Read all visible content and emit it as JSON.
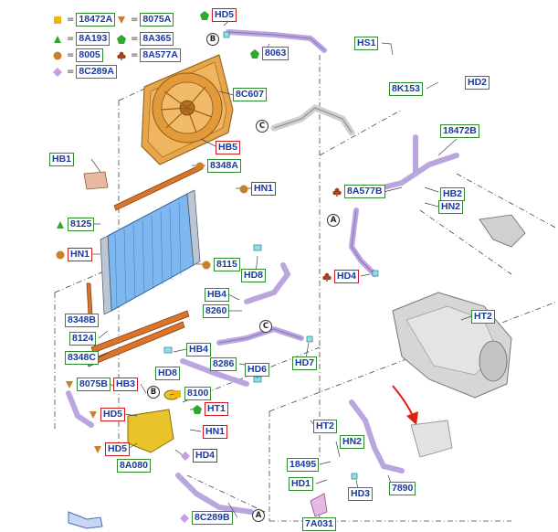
{
  "legend": [
    {
      "id": "legend-18472A",
      "symbol": "square",
      "color": "#f5b400",
      "ref": "18472A"
    },
    {
      "id": "legend-8075A",
      "symbol": "triangle-down",
      "color": "#c8812a",
      "ref": "8075A"
    },
    {
      "id": "legend-8A193",
      "symbol": "triangle-up",
      "color": "#2fa82f",
      "ref": "8A193"
    },
    {
      "id": "legend-8A365",
      "symbol": "pentagon",
      "color": "#2fa82f",
      "ref": "8A365"
    },
    {
      "id": "legend-8005",
      "symbol": "circle",
      "color": "#c8812a",
      "ref": "8005"
    },
    {
      "id": "legend-8A577A",
      "symbol": "club",
      "color": "#a0401a",
      "ref": "8A577A"
    },
    {
      "id": "legend-8C289A",
      "symbol": "diamond",
      "color": "#c89ce8",
      "ref": "8C289A"
    }
  ],
  "callouts": {
    "A": "A",
    "B": "B",
    "C": "C"
  },
  "parts": {
    "hd5_top": "HD5",
    "p8063": "8063",
    "hs1": "HS1",
    "p8k153": "8K153",
    "hd2": "HD2",
    "p8c607": "8C607",
    "hb5": "HB5",
    "p8348a": "8348A",
    "hn1_mid": "HN1",
    "p18472b": "18472B",
    "hb1": "HB1",
    "p8a577b": "8A577B",
    "hb2": "HB2",
    "hn2_right": "HN2",
    "p8125": "8125",
    "hn1_left": "HN1",
    "p8115": "8115",
    "hd8_mid": "HD8",
    "hd4_right": "HD4",
    "hb4_top": "HB4",
    "p8260": "8260",
    "p8348b": "8348B",
    "p8124": "8124",
    "p8348c": "8348C",
    "hb4_low": "HB4",
    "hd7": "HD7",
    "ht2_right": "HT2",
    "p8286": "8286",
    "hd8_low": "HD8",
    "hd6": "HD6",
    "p8075b": "8075B",
    "hb3": "HB3",
    "p8100": "8100",
    "hd5_low": "HD5",
    "ht1": "HT1",
    "hn1_low": "HN1",
    "hd5_bottom": "HD5",
    "p8a080": "8A080",
    "hd4_low": "HD4",
    "p8c289b": "8C289B",
    "ht2_low": "HT2",
    "hn2_low": "HN2",
    "p18495": "18495",
    "hd1": "HD1",
    "hd3": "HD3",
    "p7890": "7890",
    "p7a031": "7A031"
  }
}
